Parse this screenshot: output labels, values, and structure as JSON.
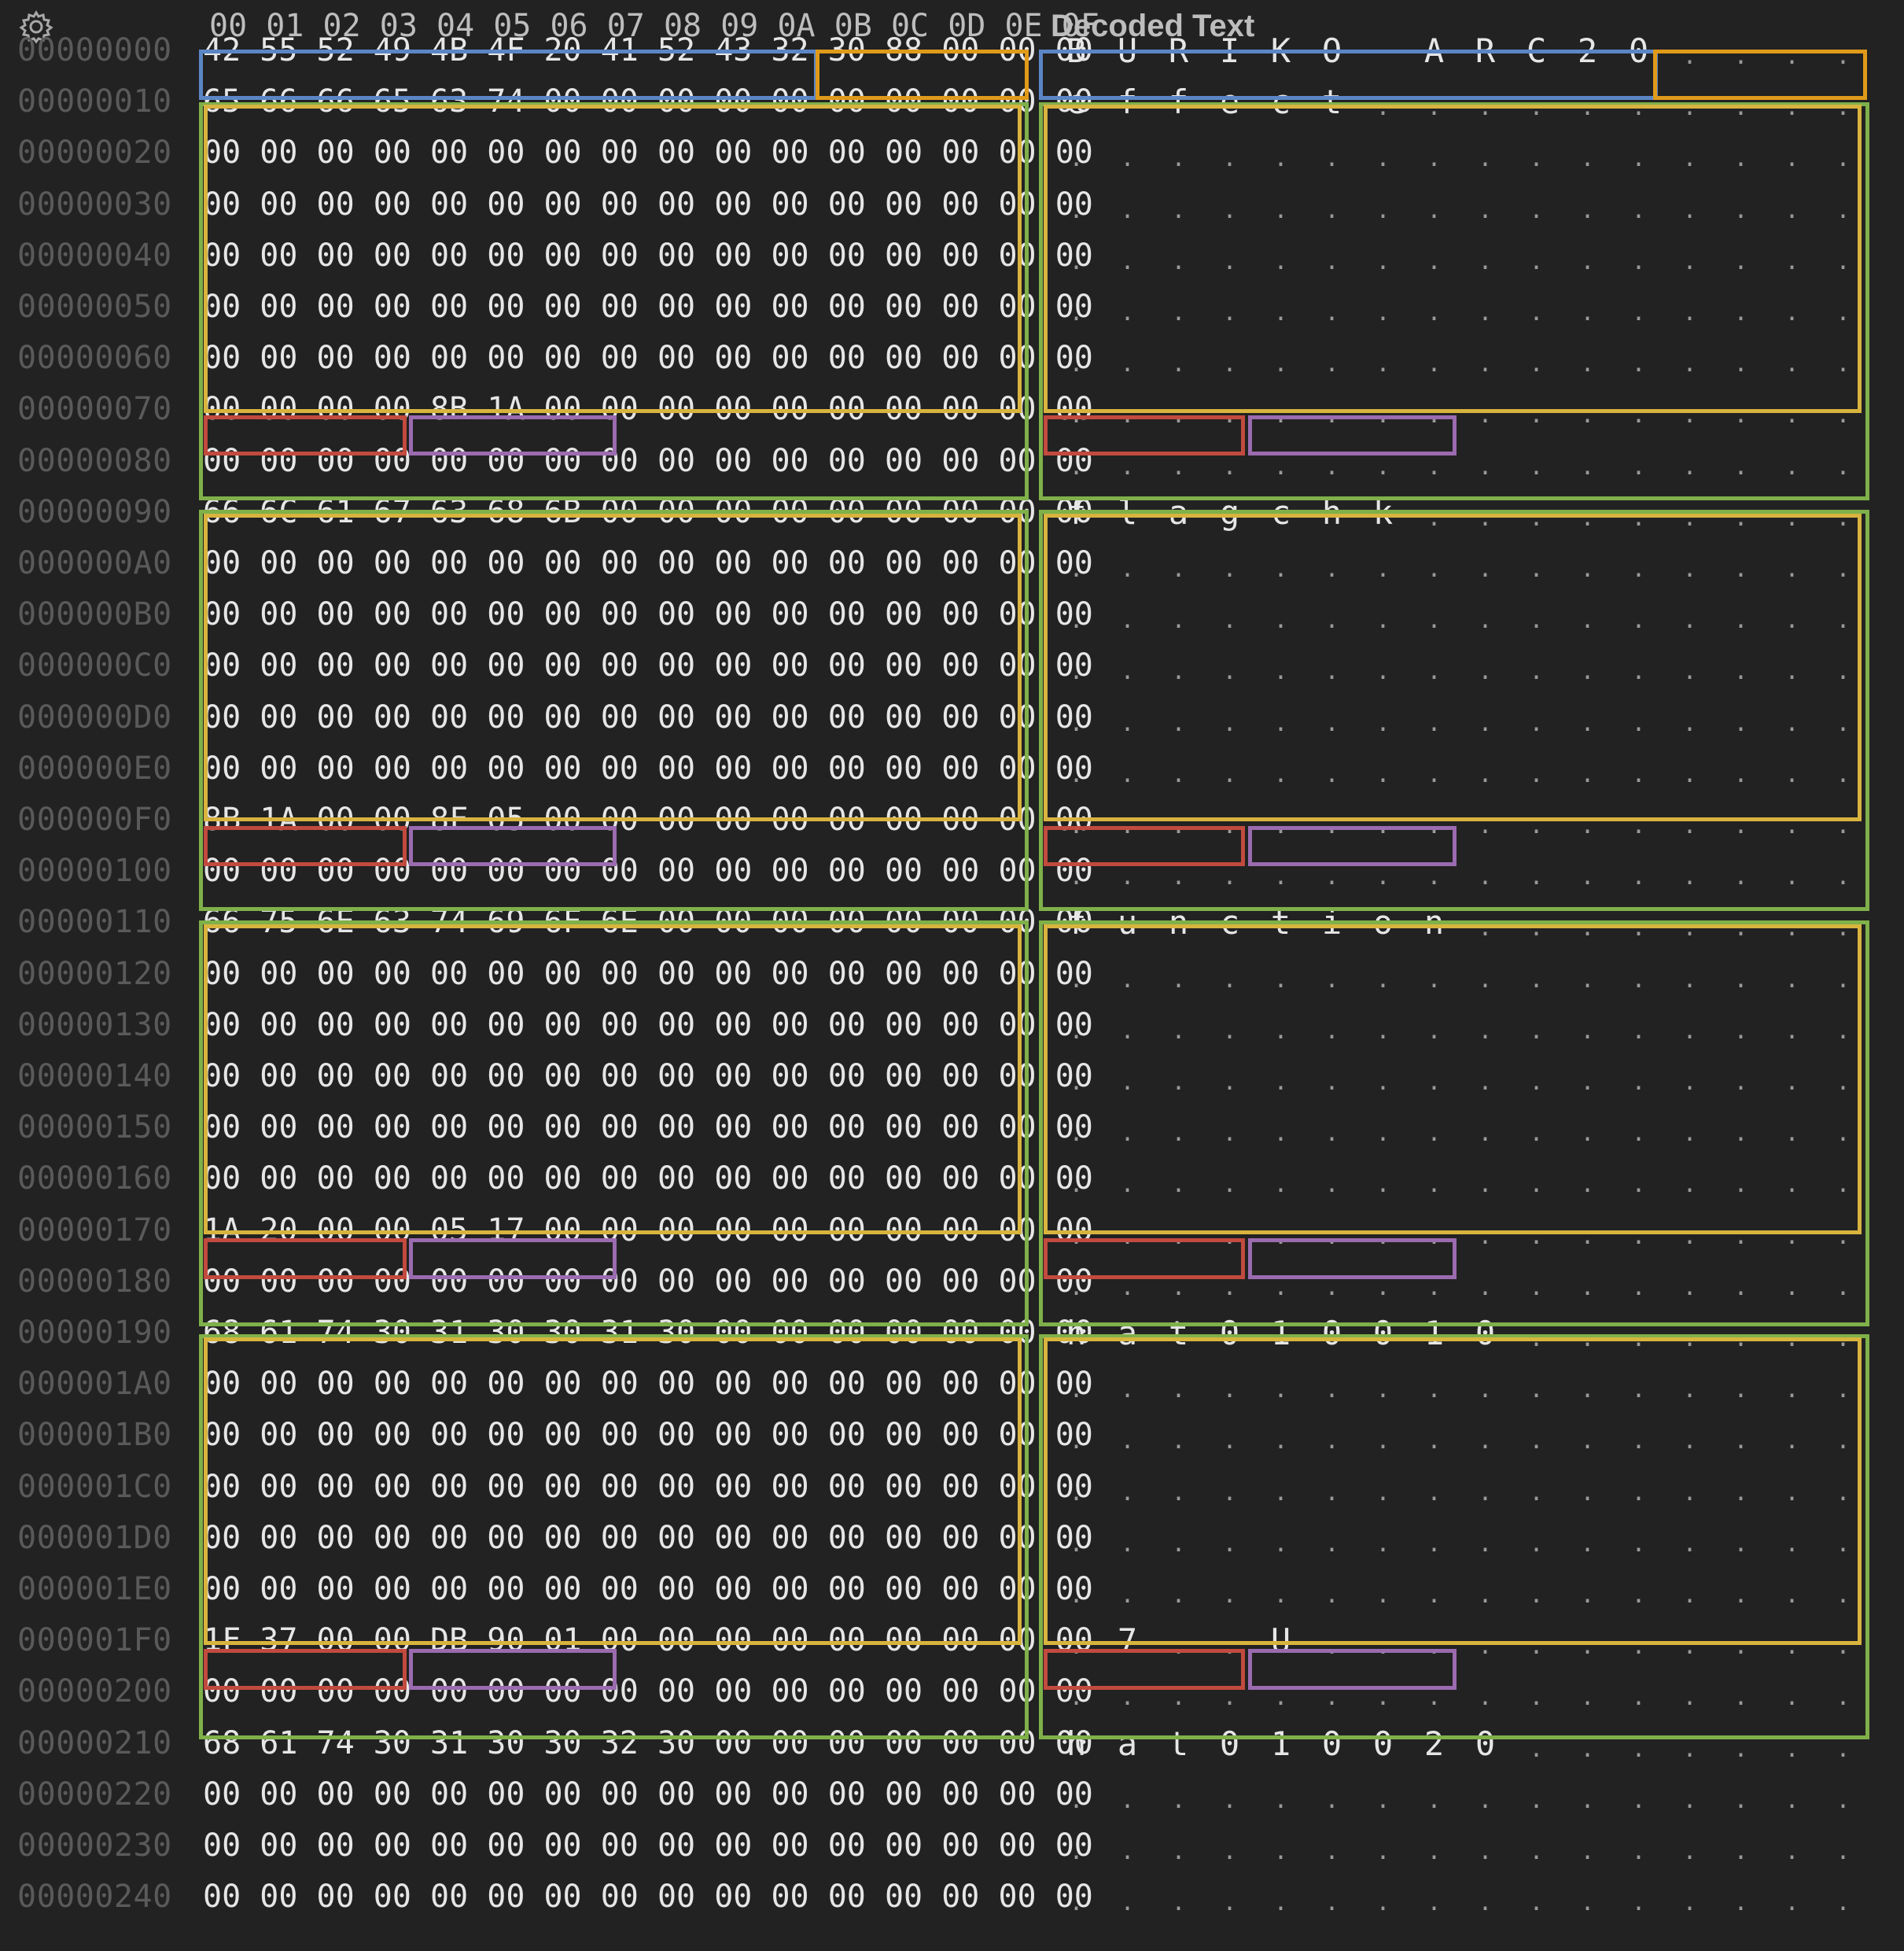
{
  "header": {
    "columns": "00 01 02 03 04 05 06 07 08 09 0A 0B 0C 0D 0E 0F",
    "decoded_label": "Decoded Text",
    "settings_icon": "gear-icon"
  },
  "colors": {
    "blue": "#5b86c6",
    "orange": "#e09a1a",
    "yellow": "#d8b43e",
    "green": "#7fb04a",
    "red": "#c24a3e",
    "purple": "#9b6bb0"
  },
  "rows": [
    {
      "offset": "00000000",
      "hex": "42 55 52 49 4B 4F 20 41 52 43 32 30 88 00 00 00",
      "text": [
        "B",
        "U",
        "R",
        "I",
        "K",
        "O",
        " ",
        "A",
        "R",
        "C",
        "2",
        "0",
        ".",
        ".",
        ".",
        "."
      ]
    },
    {
      "offset": "00000010",
      "hex": "65 66 66 65 63 74 00 00 00 00 00 00 00 00 00 00",
      "text": [
        "e",
        "f",
        "f",
        "e",
        "c",
        "t",
        ".",
        ".",
        ".",
        ".",
        ".",
        ".",
        ".",
        ".",
        ".",
        "."
      ]
    },
    {
      "offset": "00000020",
      "hex": "00 00 00 00 00 00 00 00 00 00 00 00 00 00 00 00",
      "text": [
        ".",
        ".",
        ".",
        ".",
        ".",
        ".",
        ".",
        ".",
        ".",
        ".",
        ".",
        ".",
        ".",
        ".",
        ".",
        "."
      ]
    },
    {
      "offset": "00000030",
      "hex": "00 00 00 00 00 00 00 00 00 00 00 00 00 00 00 00",
      "text": [
        ".",
        ".",
        ".",
        ".",
        ".",
        ".",
        ".",
        ".",
        ".",
        ".",
        ".",
        ".",
        ".",
        ".",
        ".",
        "."
      ]
    },
    {
      "offset": "00000040",
      "hex": "00 00 00 00 00 00 00 00 00 00 00 00 00 00 00 00",
      "text": [
        ".",
        ".",
        ".",
        ".",
        ".",
        ".",
        ".",
        ".",
        ".",
        ".",
        ".",
        ".",
        ".",
        ".",
        ".",
        "."
      ]
    },
    {
      "offset": "00000050",
      "hex": "00 00 00 00 00 00 00 00 00 00 00 00 00 00 00 00",
      "text": [
        ".",
        ".",
        ".",
        ".",
        ".",
        ".",
        ".",
        ".",
        ".",
        ".",
        ".",
        ".",
        ".",
        ".",
        ".",
        "."
      ]
    },
    {
      "offset": "00000060",
      "hex": "00 00 00 00 00 00 00 00 00 00 00 00 00 00 00 00",
      "text": [
        ".",
        ".",
        ".",
        ".",
        ".",
        ".",
        ".",
        ".",
        ".",
        ".",
        ".",
        ".",
        ".",
        ".",
        ".",
        "."
      ]
    },
    {
      "offset": "00000070",
      "hex": "00 00 00 00 8B 1A 00 00 00 00 00 00 00 00 00 00",
      "text": [
        ".",
        ".",
        ".",
        ".",
        ".",
        ".",
        ".",
        ".",
        ".",
        ".",
        ".",
        ".",
        ".",
        ".",
        ".",
        "."
      ]
    },
    {
      "offset": "00000080",
      "hex": "00 00 00 00 00 00 00 00 00 00 00 00 00 00 00 00",
      "text": [
        ".",
        ".",
        ".",
        ".",
        ".",
        ".",
        ".",
        ".",
        ".",
        ".",
        ".",
        ".",
        ".",
        ".",
        ".",
        "."
      ]
    },
    {
      "offset": "00000090",
      "hex": "66 6C 61 67 63 68 6B 00 00 00 00 00 00 00 00 00",
      "text": [
        "f",
        "l",
        "a",
        "g",
        "c",
        "h",
        "k",
        ".",
        ".",
        ".",
        ".",
        ".",
        ".",
        ".",
        ".",
        "."
      ]
    },
    {
      "offset": "000000A0",
      "hex": "00 00 00 00 00 00 00 00 00 00 00 00 00 00 00 00",
      "text": [
        ".",
        ".",
        ".",
        ".",
        ".",
        ".",
        ".",
        ".",
        ".",
        ".",
        ".",
        ".",
        ".",
        ".",
        ".",
        "."
      ]
    },
    {
      "offset": "000000B0",
      "hex": "00 00 00 00 00 00 00 00 00 00 00 00 00 00 00 00",
      "text": [
        ".",
        ".",
        ".",
        ".",
        ".",
        ".",
        ".",
        ".",
        ".",
        ".",
        ".",
        ".",
        ".",
        ".",
        ".",
        "."
      ]
    },
    {
      "offset": "000000C0",
      "hex": "00 00 00 00 00 00 00 00 00 00 00 00 00 00 00 00",
      "text": [
        ".",
        ".",
        ".",
        ".",
        ".",
        ".",
        ".",
        ".",
        ".",
        ".",
        ".",
        ".",
        ".",
        ".",
        ".",
        "."
      ]
    },
    {
      "offset": "000000D0",
      "hex": "00 00 00 00 00 00 00 00 00 00 00 00 00 00 00 00",
      "text": [
        ".",
        ".",
        ".",
        ".",
        ".",
        ".",
        ".",
        ".",
        ".",
        ".",
        ".",
        ".",
        ".",
        ".",
        ".",
        "."
      ]
    },
    {
      "offset": "000000E0",
      "hex": "00 00 00 00 00 00 00 00 00 00 00 00 00 00 00 00",
      "text": [
        ".",
        ".",
        ".",
        ".",
        ".",
        ".",
        ".",
        ".",
        ".",
        ".",
        ".",
        ".",
        ".",
        ".",
        ".",
        "."
      ]
    },
    {
      "offset": "000000F0",
      "hex": "8B 1A 00 00 8F 05 00 00 00 00 00 00 00 00 00 00",
      "text": [
        ".",
        ".",
        ".",
        ".",
        ".",
        ".",
        ".",
        ".",
        ".",
        ".",
        ".",
        ".",
        ".",
        ".",
        ".",
        "."
      ]
    },
    {
      "offset": "00000100",
      "hex": "00 00 00 00 00 00 00 00 00 00 00 00 00 00 00 00",
      "text": [
        ".",
        ".",
        ".",
        ".",
        ".",
        ".",
        ".",
        ".",
        ".",
        ".",
        ".",
        ".",
        ".",
        ".",
        ".",
        "."
      ]
    },
    {
      "offset": "00000110",
      "hex": "66 75 6E 63 74 69 6F 6E 00 00 00 00 00 00 00 00",
      "text": [
        "f",
        "u",
        "n",
        "c",
        "t",
        "i",
        "o",
        "n",
        ".",
        ".",
        ".",
        ".",
        ".",
        ".",
        ".",
        "."
      ]
    },
    {
      "offset": "00000120",
      "hex": "00 00 00 00 00 00 00 00 00 00 00 00 00 00 00 00",
      "text": [
        ".",
        ".",
        ".",
        ".",
        ".",
        ".",
        ".",
        ".",
        ".",
        ".",
        ".",
        ".",
        ".",
        ".",
        ".",
        "."
      ]
    },
    {
      "offset": "00000130",
      "hex": "00 00 00 00 00 00 00 00 00 00 00 00 00 00 00 00",
      "text": [
        ".",
        ".",
        ".",
        ".",
        ".",
        ".",
        ".",
        ".",
        ".",
        ".",
        ".",
        ".",
        ".",
        ".",
        ".",
        "."
      ]
    },
    {
      "offset": "00000140",
      "hex": "00 00 00 00 00 00 00 00 00 00 00 00 00 00 00 00",
      "text": [
        ".",
        ".",
        ".",
        ".",
        ".",
        ".",
        ".",
        ".",
        ".",
        ".",
        ".",
        ".",
        ".",
        ".",
        ".",
        "."
      ]
    },
    {
      "offset": "00000150",
      "hex": "00 00 00 00 00 00 00 00 00 00 00 00 00 00 00 00",
      "text": [
        ".",
        ".",
        ".",
        ".",
        ".",
        ".",
        ".",
        ".",
        ".",
        ".",
        ".",
        ".",
        ".",
        ".",
        ".",
        "."
      ]
    },
    {
      "offset": "00000160",
      "hex": "00 00 00 00 00 00 00 00 00 00 00 00 00 00 00 00",
      "text": [
        ".",
        ".",
        ".",
        ".",
        ".",
        ".",
        ".",
        ".",
        ".",
        ".",
        ".",
        ".",
        ".",
        ".",
        ".",
        "."
      ]
    },
    {
      "offset": "00000170",
      "hex": "1A 20 00 00 05 17 00 00 00 00 00 00 00 00 00 00",
      "text": [
        ".",
        ".",
        ".",
        ".",
        ".",
        ".",
        ".",
        ".",
        ".",
        ".",
        ".",
        ".",
        ".",
        ".",
        ".",
        "."
      ]
    },
    {
      "offset": "00000180",
      "hex": "00 00 00 00 00 00 00 00 00 00 00 00 00 00 00 00",
      "text": [
        ".",
        ".",
        ".",
        ".",
        ".",
        ".",
        ".",
        ".",
        ".",
        ".",
        ".",
        ".",
        ".",
        ".",
        ".",
        "."
      ]
    },
    {
      "offset": "00000190",
      "hex": "68 61 74 30 31 30 30 31 30 00 00 00 00 00 00 00",
      "text": [
        "h",
        "a",
        "t",
        "0",
        "1",
        "0",
        "0",
        "1",
        "0",
        ".",
        ".",
        ".",
        ".",
        ".",
        ".",
        "."
      ]
    },
    {
      "offset": "000001A0",
      "hex": "00 00 00 00 00 00 00 00 00 00 00 00 00 00 00 00",
      "text": [
        ".",
        ".",
        ".",
        ".",
        ".",
        ".",
        ".",
        ".",
        ".",
        ".",
        ".",
        ".",
        ".",
        ".",
        ".",
        "."
      ]
    },
    {
      "offset": "000001B0",
      "hex": "00 00 00 00 00 00 00 00 00 00 00 00 00 00 00 00",
      "text": [
        ".",
        ".",
        ".",
        ".",
        ".",
        ".",
        ".",
        ".",
        ".",
        ".",
        ".",
        ".",
        ".",
        ".",
        ".",
        "."
      ]
    },
    {
      "offset": "000001C0",
      "hex": "00 00 00 00 00 00 00 00 00 00 00 00 00 00 00 00",
      "text": [
        ".",
        ".",
        ".",
        ".",
        ".",
        ".",
        ".",
        ".",
        ".",
        ".",
        ".",
        ".",
        ".",
        ".",
        ".",
        "."
      ]
    },
    {
      "offset": "000001D0",
      "hex": "00 00 00 00 00 00 00 00 00 00 00 00 00 00 00 00",
      "text": [
        ".",
        ".",
        ".",
        ".",
        ".",
        ".",
        ".",
        ".",
        ".",
        ".",
        ".",
        ".",
        ".",
        ".",
        ".",
        "."
      ]
    },
    {
      "offset": "000001E0",
      "hex": "00 00 00 00 00 00 00 00 00 00 00 00 00 00 00 00",
      "text": [
        ".",
        ".",
        ".",
        ".",
        ".",
        ".",
        ".",
        ".",
        ".",
        ".",
        ".",
        ".",
        ".",
        ".",
        ".",
        "."
      ]
    },
    {
      "offset": "000001F0",
      "hex": "1F 37 00 00 DB 90 01 00 00 00 00 00 00 00 00 00",
      "text": [
        ".",
        "7",
        ".",
        ".",
        "U",
        ".",
        ".",
        ".",
        ".",
        ".",
        ".",
        ".",
        ".",
        ".",
        ".",
        "."
      ]
    },
    {
      "offset": "00000200",
      "hex": "00 00 00 00 00 00 00 00 00 00 00 00 00 00 00 00",
      "text": [
        ".",
        ".",
        ".",
        ".",
        ".",
        ".",
        ".",
        ".",
        ".",
        ".",
        ".",
        ".",
        ".",
        ".",
        ".",
        "."
      ]
    },
    {
      "offset": "00000210",
      "hex": "68 61 74 30 31 30 30 32 30 00 00 00 00 00 00 00",
      "text": [
        "h",
        "a",
        "t",
        "0",
        "1",
        "0",
        "0",
        "2",
        "0",
        ".",
        ".",
        ".",
        ".",
        ".",
        ".",
        "."
      ]
    },
    {
      "offset": "00000220",
      "hex": "00 00 00 00 00 00 00 00 00 00 00 00 00 00 00 00",
      "text": [
        ".",
        ".",
        ".",
        ".",
        ".",
        ".",
        ".",
        ".",
        ".",
        ".",
        ".",
        ".",
        ".",
        ".",
        ".",
        "."
      ]
    },
    {
      "offset": "00000230",
      "hex": "00 00 00 00 00 00 00 00 00 00 00 00 00 00 00 00",
      "text": [
        ".",
        ".",
        ".",
        ".",
        ".",
        ".",
        ".",
        ".",
        ".",
        ".",
        ".",
        ".",
        ".",
        ".",
        ".",
        "."
      ]
    },
    {
      "offset": "00000240",
      "hex": "00 00 00 00 00 00 00 00 00 00 00 00 00 00 00 00",
      "text": [
        ".",
        ".",
        ".",
        ".",
        ".",
        ".",
        ".",
        ".",
        ".",
        ".",
        ".",
        ".",
        ".",
        ".",
        ".",
        "."
      ]
    }
  ]
}
